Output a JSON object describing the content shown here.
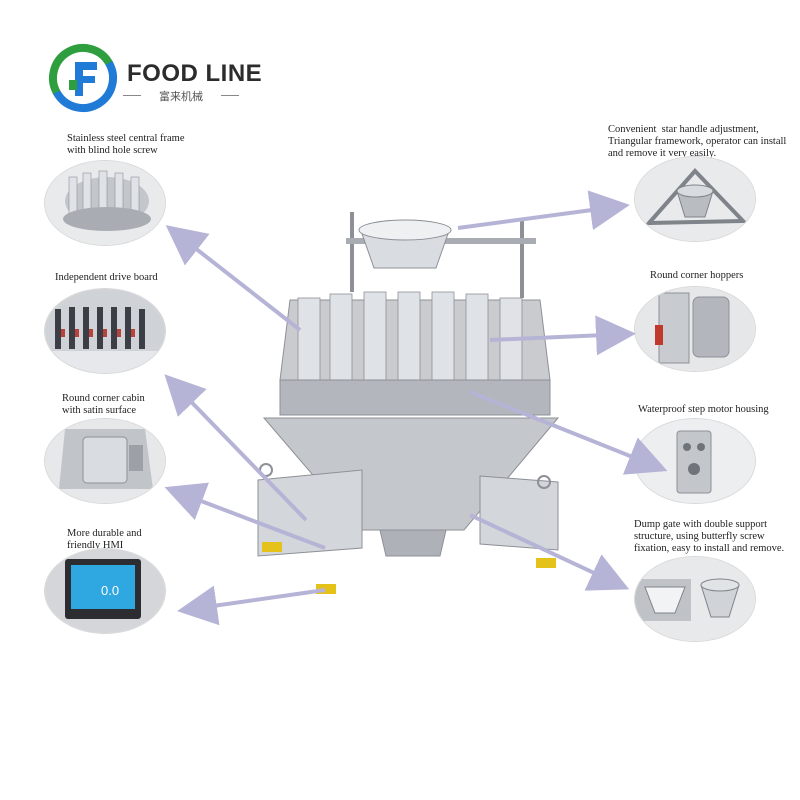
{
  "brand": {
    "name": "FOOD LINE",
    "subtitle": "富来机械",
    "colors": {
      "green": "#2f9e3f",
      "blue": "#1f7bd6"
    }
  },
  "features": [
    {
      "id": "central-frame",
      "label": "Stainless steel central frame\nwith blind hole screw"
    },
    {
      "id": "drive-board",
      "label": "Independent drive board"
    },
    {
      "id": "cabin",
      "label": "Round corner cabin\nwith satin surface"
    },
    {
      "id": "hmi",
      "label": "More durable and\nfriendly HMI",
      "display_value": "0.0"
    },
    {
      "id": "star-handle",
      "label": "Convenient  star handle adjustment,\nTriangular framework, operator can install\nand remove it very easily."
    },
    {
      "id": "hoppers",
      "label": "Round corner hoppers"
    },
    {
      "id": "motor-housing",
      "label": "Waterproof step motor housing"
    },
    {
      "id": "dump-gate",
      "label": "Dump gate with double support\nstructure, using butterfly screw\nfixation, easy to install and remove."
    }
  ],
  "colors": {
    "arrow": "#b6b4d6",
    "steel": "#c9cbcf",
    "steel_dark": "#8d9096",
    "foot": "#e4c21a",
    "hmi_screen": "#2fa7e0"
  }
}
